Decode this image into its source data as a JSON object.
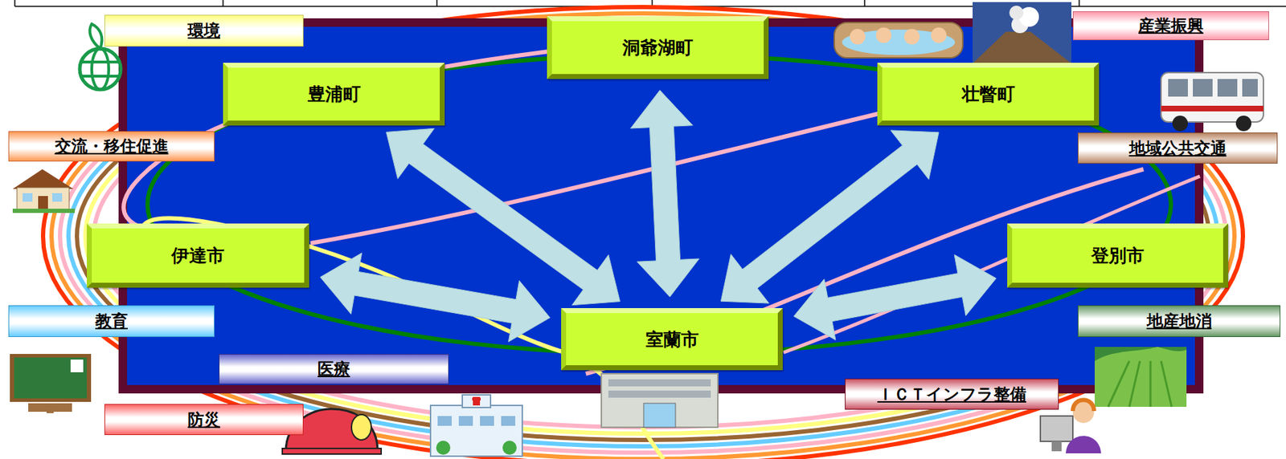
{
  "diagram": {
    "nodes": [
      {
        "text": [
          "環境"
        ]
      },
      {
        "text": [
          "洞爺湖町"
        ]
      },
      {
        "text": [
          "産業振興"
        ]
      },
      {
        "text": [
          "豊浦町"
        ]
      },
      {
        "text": [
          "壮瞥町"
        ]
      },
      {
        "text": [
          "交流・移住促進"
        ]
      },
      {
        "text": [
          "地域公共交通"
        ]
      },
      {
        "text": [
          "伊達市"
        ]
      },
      {
        "text": [
          "登別市"
        ]
      },
      {
        "text": [
          "教育"
        ]
      },
      {
        "text": [
          "地産地消"
        ]
      },
      {
        "text": [
          "室蘭市"
        ]
      },
      {
        "text": [
          "医療"
        ]
      },
      {
        "text": [
          "ＩＣＴインフラ整備"
        ]
      },
      {
        "text": [
          "防災"
        ]
      }
    ],
    "edges": [
      {
        "from": 3,
        "to": 11,
        "arrow": "both"
      },
      {
        "from": 1,
        "to": 11,
        "arrow": "both"
      },
      {
        "from": 4,
        "to": 11,
        "arrow": "both"
      },
      {
        "from": 7,
        "to": 11,
        "arrow": "both"
      },
      {
        "from": 8,
        "to": 11,
        "arrow": "both"
      }
    ]
  }
}
